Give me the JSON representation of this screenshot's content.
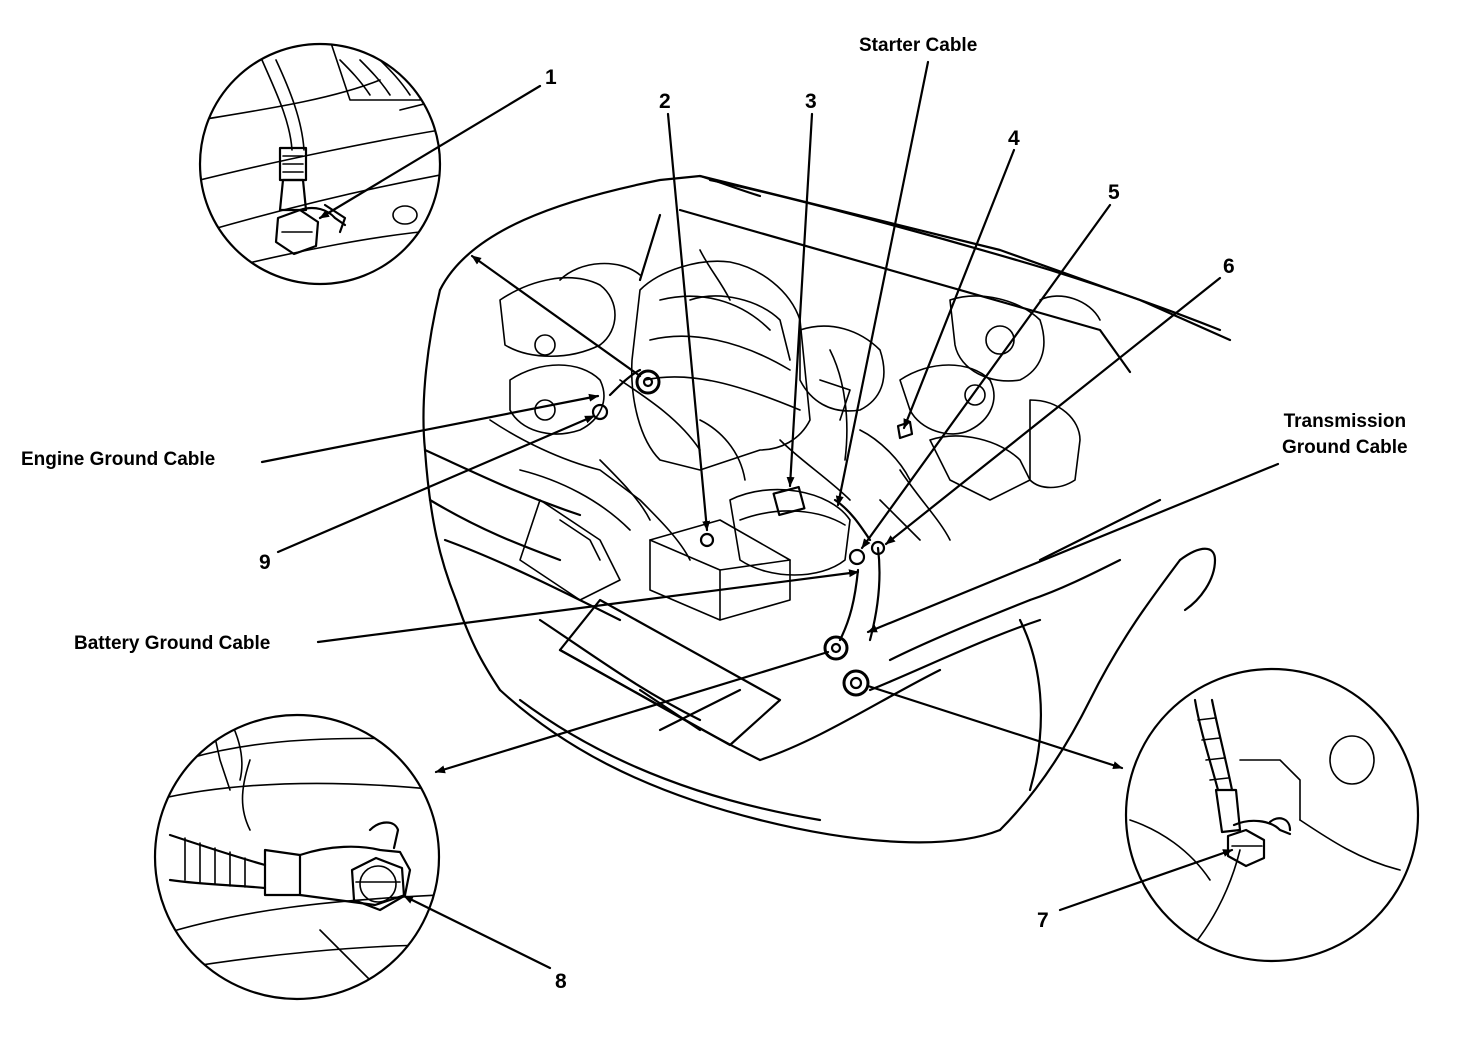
{
  "callouts": {
    "c1": "1",
    "c2": "2",
    "c3": "3",
    "c4": "4",
    "c5": "5",
    "c6": "6",
    "c7": "7",
    "c8": "8",
    "c9": "9"
  },
  "cables": {
    "starter": "Starter Cable",
    "engine_ground": "Engine Ground Cable",
    "battery_ground": "Battery Ground Cable",
    "transmission_ground_line1": "Transmission",
    "transmission_ground_line2": "Ground Cable"
  },
  "colors": {
    "ink": "#000000",
    "background": "#ffffff"
  }
}
